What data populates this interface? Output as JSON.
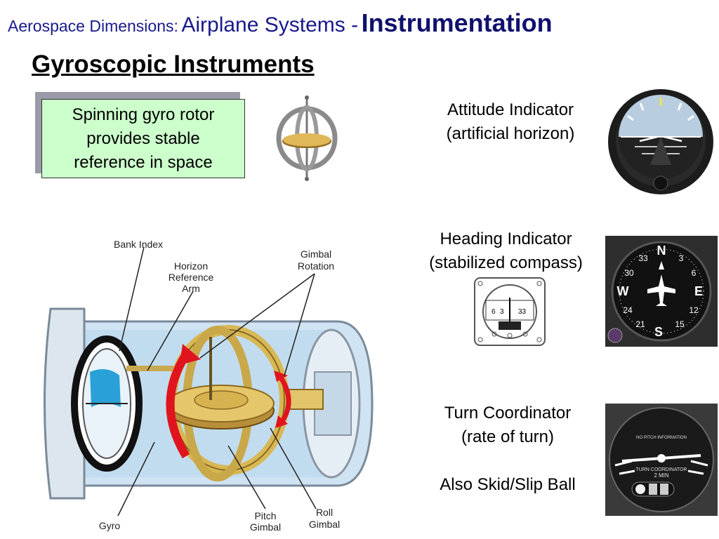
{
  "header": {
    "part1": "Aerospace Dimensions:",
    "part2": "Airplane Systems -",
    "part3": "Instrumentation"
  },
  "slide_title": "Gyroscopic Instruments",
  "callout": {
    "line1": "Spinning gyro rotor",
    "line2": "provides stable",
    "line3": "reference in space"
  },
  "instruments": {
    "attitude": {
      "name": "Attitude Indicator",
      "desc": "(artificial horizon)"
    },
    "heading": {
      "name": "Heading Indicator",
      "desc": "(stabilized compass)"
    },
    "turn": {
      "name": "Turn Coordinator",
      "desc": "(rate of turn)",
      "extra": "Also Skid/Slip Ball"
    }
  },
  "diagram_labels": {
    "bank_index": "Bank Index",
    "horizon_ref_1": "Horizon",
    "horizon_ref_2": "Reference",
    "horizon_ref_3": "Arm",
    "gimbal_rot_1": "Gimbal",
    "gimbal_rot_2": "Rotation",
    "gyro": "Gyro",
    "pitch_1": "Pitch",
    "pitch_2": "Gimbal",
    "roll_1": "Roll",
    "roll_2": "Gimbal"
  },
  "dial_text": {
    "heading_n": "N",
    "heading_e": "E",
    "heading_s": "S",
    "heading_w": "W",
    "heading_3": "3",
    "heading_6": "6",
    "heading_12": "12",
    "heading_15": "15",
    "heading_21": "21",
    "heading_24": "24",
    "heading_30": "30",
    "heading_33": "33",
    "small_6": "6",
    "small_3": "3",
    "small_33": "33",
    "turn_top": "NO PITCH INFORMATION",
    "turn_mid": "TURN COORDINATOR",
    "turn_min": "2 MIN"
  },
  "colors": {
    "header_blue": "#1a1a8c",
    "callout_green": "#ccffcc",
    "arrow_red": "#e0141e",
    "gimbal_gold": "#d8c27a",
    "canister_blue": "#bcd9ee"
  }
}
